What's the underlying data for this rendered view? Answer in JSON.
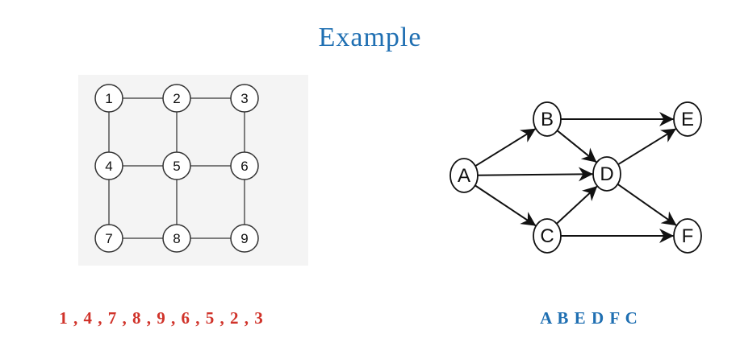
{
  "title": "Example",
  "left_graph": {
    "nodes": [
      "1",
      "2",
      "3",
      "4",
      "5",
      "6",
      "7",
      "8",
      "9"
    ],
    "edges": [
      [
        "1",
        "2"
      ],
      [
        "2",
        "3"
      ],
      [
        "4",
        "5"
      ],
      [
        "5",
        "6"
      ],
      [
        "7",
        "8"
      ],
      [
        "8",
        "9"
      ],
      [
        "1",
        "4"
      ],
      [
        "4",
        "7"
      ],
      [
        "2",
        "5"
      ],
      [
        "5",
        "8"
      ],
      [
        "3",
        "6"
      ],
      [
        "6",
        "9"
      ]
    ],
    "traversal": "1 , 4 , 7 , 8 , 9 , 6 , 5 , 2 , 3"
  },
  "right_graph": {
    "nodes": [
      "A",
      "B",
      "C",
      "D",
      "E",
      "F"
    ],
    "edges": [
      [
        "A",
        "B"
      ],
      [
        "A",
        "D"
      ],
      [
        "A",
        "C"
      ],
      [
        "B",
        "E"
      ],
      [
        "B",
        "D"
      ],
      [
        "C",
        "D"
      ],
      [
        "C",
        "F"
      ],
      [
        "D",
        "E"
      ],
      [
        "D",
        "F"
      ]
    ],
    "traversal": "A B E D F C"
  },
  "colors": {
    "title": "#1f6fb2",
    "left_caption": "#d0332a",
    "right_caption": "#1f6fb2"
  }
}
